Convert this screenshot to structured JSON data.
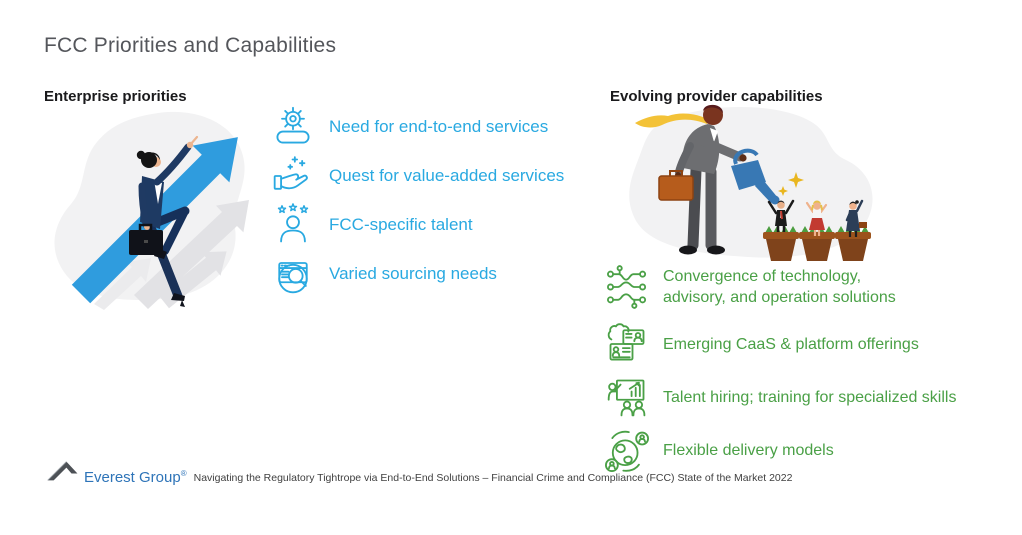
{
  "title": "FCC Priorities and Capabilities",
  "left": {
    "header": "Enterprise priorities",
    "illustration": "person-climbing-growth-arrow",
    "accent_color": "#29A9E1",
    "items": [
      {
        "icon": "gear-wrench-icon",
        "label": "Need for end-to-end services"
      },
      {
        "icon": "hand-plus-icon",
        "label": "Quest for value-added services"
      },
      {
        "icon": "person-stars-icon",
        "label": "FCC-specific talent"
      },
      {
        "icon": "search-window-icon",
        "label": "Varied sourcing needs"
      }
    ]
  },
  "right": {
    "header": "Evolving provider capabilities",
    "illustration": "person-watering-people-plants",
    "accent_color": "#4AA046",
    "items": [
      {
        "icon": "circuit-icon",
        "label": "Convergence of technology,\nadvisory, and operation solutions"
      },
      {
        "icon": "cloud-platform-icon",
        "label": "Emerging CaaS & platform offerings"
      },
      {
        "icon": "presentation-training-icon",
        "label": "Talent hiring; training for specialized skills"
      },
      {
        "icon": "globe-people-icon",
        "label": "Flexible delivery models"
      }
    ]
  },
  "footer": {
    "brand": "Everest Group",
    "registered": "®",
    "caption": "Navigating the Regulatory Tightrope via End-to-End Solutions – Financial Crime and Compliance (FCC) State of the Market 2022"
  }
}
